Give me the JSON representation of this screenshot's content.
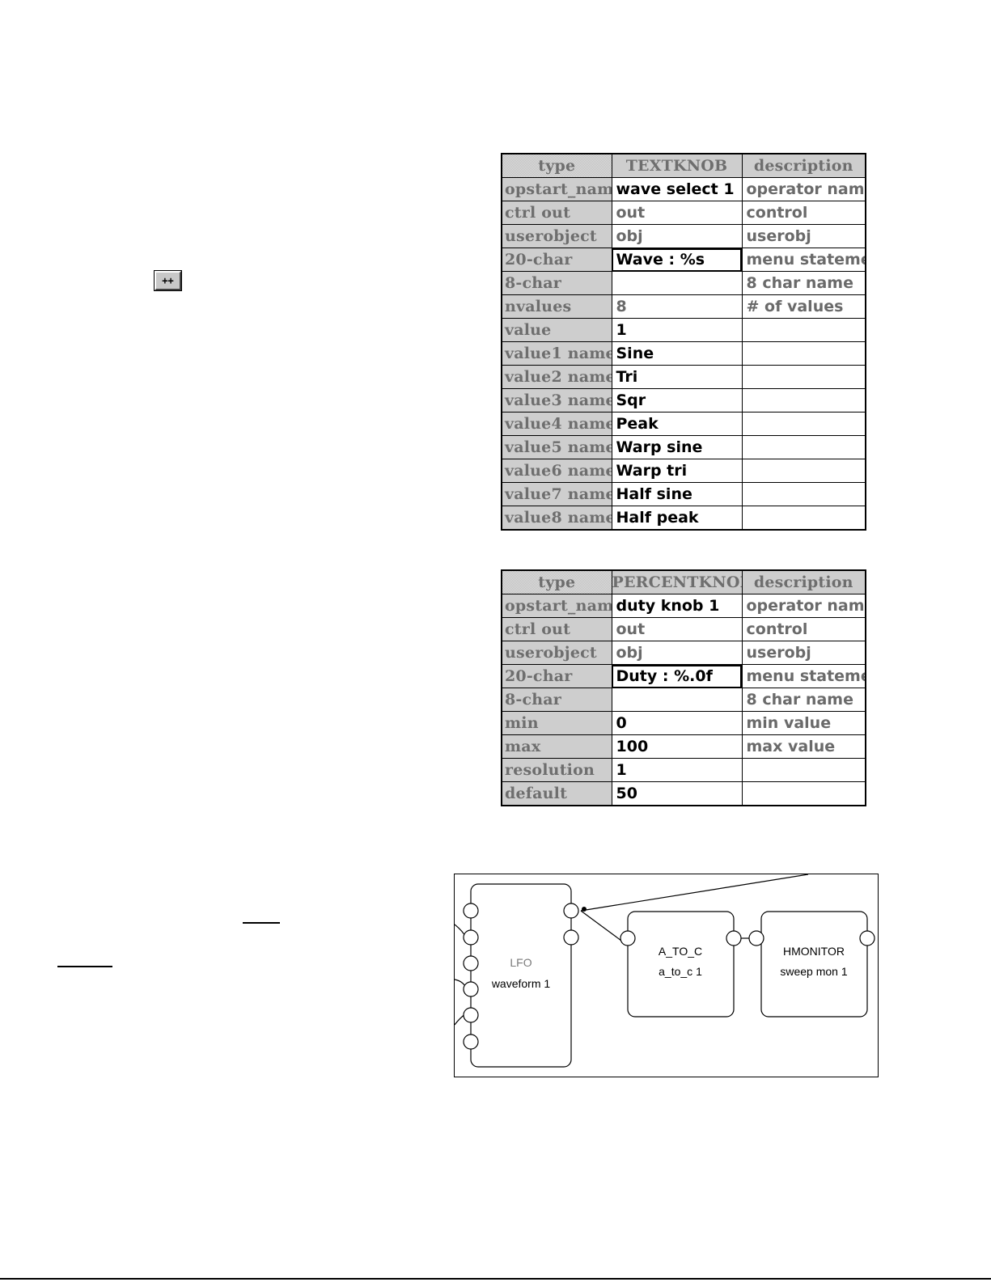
{
  "toolbar": {
    "plus_button_label": "++"
  },
  "textknob_table": {
    "header": {
      "col1": "type",
      "col2": "TEXTKNOB",
      "col3": "description"
    },
    "rows": [
      {
        "name": "opstart_nam",
        "value": "wave select 1",
        "desc": "operator name"
      },
      {
        "name": "ctrl out",
        "value": "out",
        "desc": "control"
      },
      {
        "name": "userobject",
        "value": "obj",
        "desc": "userobj"
      },
      {
        "name": "20-char",
        "value": "Wave : %s",
        "desc": "menu stateme"
      },
      {
        "name": "8-char",
        "value": "",
        "desc": "8 char name"
      },
      {
        "name": "nvalues",
        "value": "8",
        "desc": "# of values"
      },
      {
        "name": "value",
        "value": "1",
        "desc": ""
      },
      {
        "name": "value1 name",
        "value": "Sine",
        "desc": ""
      },
      {
        "name": "value2 name",
        "value": "Tri",
        "desc": ""
      },
      {
        "name": "value3 name",
        "value": "Sqr",
        "desc": ""
      },
      {
        "name": "value4 name",
        "value": "Peak",
        "desc": ""
      },
      {
        "name": "value5 name",
        "value": "Warp sine",
        "desc": ""
      },
      {
        "name": "value6 name",
        "value": "Warp tri",
        "desc": ""
      },
      {
        "name": "value7 name",
        "value": "Half sine",
        "desc": ""
      },
      {
        "name": "value8 name",
        "value": "Half peak",
        "desc": ""
      }
    ]
  },
  "percentknob_table": {
    "header": {
      "col1": "type",
      "col2": "PERCENTKNOB",
      "col3": "description"
    },
    "rows": [
      {
        "name": "opstart_nam",
        "value": "duty knob 1",
        "desc": "operator name"
      },
      {
        "name": "ctrl out",
        "value": "out",
        "desc": "control"
      },
      {
        "name": "userobject",
        "value": "obj",
        "desc": "userobj"
      },
      {
        "name": "20-char",
        "value": "Duty : %.0f",
        "desc": "menu stateme"
      },
      {
        "name": "8-char",
        "value": "",
        "desc": "8 char name"
      },
      {
        "name": "min",
        "value": "0",
        "desc": "min value"
      },
      {
        "name": "max",
        "value": "100",
        "desc": "max value"
      },
      {
        "name": "resolution",
        "value": "1",
        "desc": ""
      },
      {
        "name": "default",
        "value": "50",
        "desc": ""
      }
    ]
  },
  "diagram": {
    "lfo": {
      "type": "LFO",
      "name": "waveform 1"
    },
    "a_to_c": {
      "type": "A_TO_C",
      "name": "a_to_c 1"
    },
    "hmonitor": {
      "type": "HMONITOR",
      "name": "sweep mon 1"
    }
  }
}
